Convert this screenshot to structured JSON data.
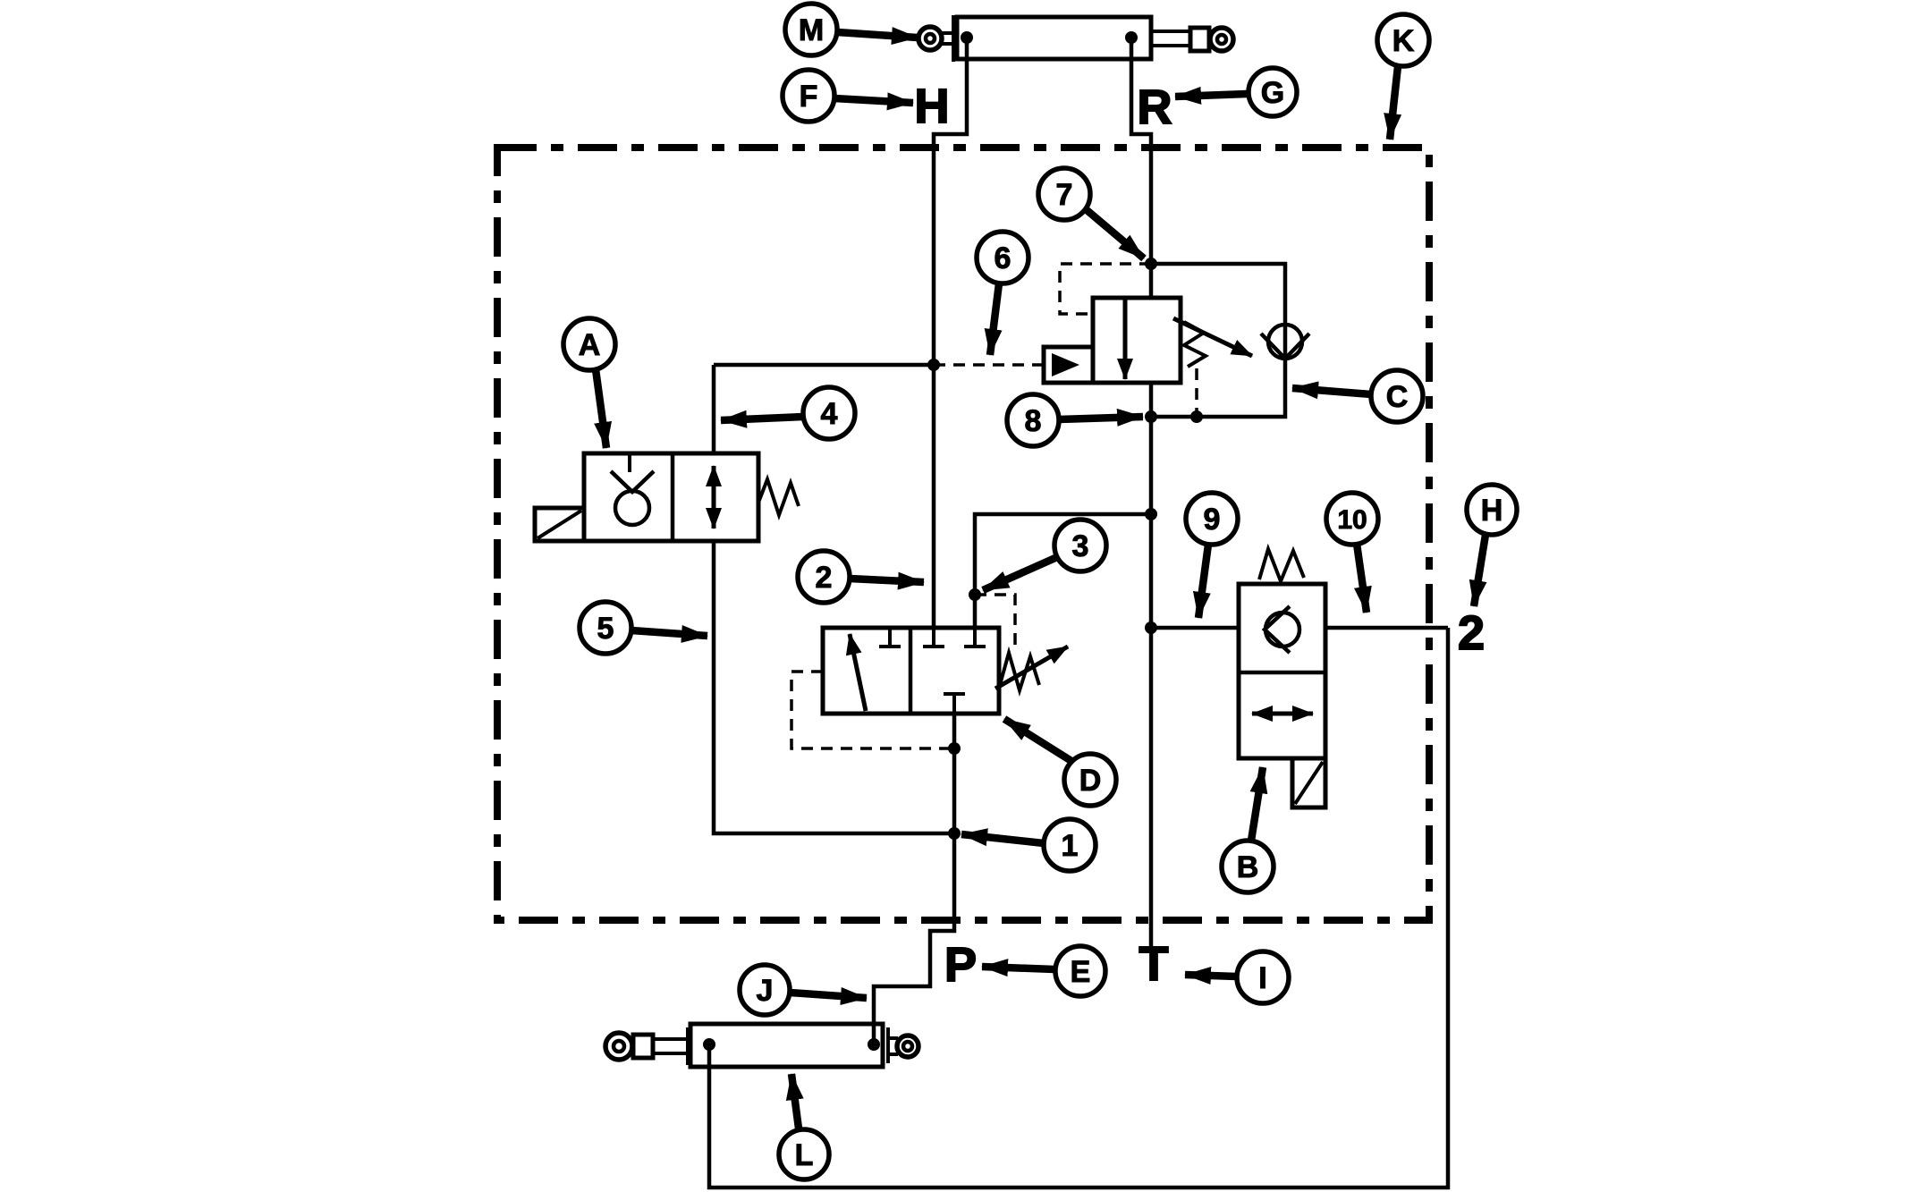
{
  "figure": {
    "kind": "hydraulic-valve-block-schematic",
    "background_color": "#ffffff",
    "line_color": "#000000"
  },
  "ports": {
    "H": "H",
    "R": "R",
    "P": "P",
    "T": "T",
    "2": "2"
  },
  "callouts": {
    "M": "M",
    "F": "F",
    "G": "G",
    "K": "K",
    "A": "A",
    "C": "C",
    "D": "D",
    "B": "B",
    "E": "E",
    "H": "H",
    "I": "I",
    "J": "J",
    "L": "L",
    "1": "1",
    "2": "2",
    "3": "3",
    "4": "4",
    "5": "5",
    "6": "6",
    "7": "7",
    "8": "8",
    "9": "9",
    "10": "10"
  },
  "components": {
    "upper_cylinder": "double-acting-hydraulic-cylinder",
    "lower_cylinder": "double-acting-hydraulic-cylinder",
    "valve_a": "solenoid-operated-check-valve",
    "valve_b": "solenoid-operated-check-valve",
    "valve_c": "pilot-operated-relief-valve-with-check",
    "valve_d": "pilot-operated-adjustable-valve",
    "boundary": "valve-block-dash-dot-enclosure"
  }
}
